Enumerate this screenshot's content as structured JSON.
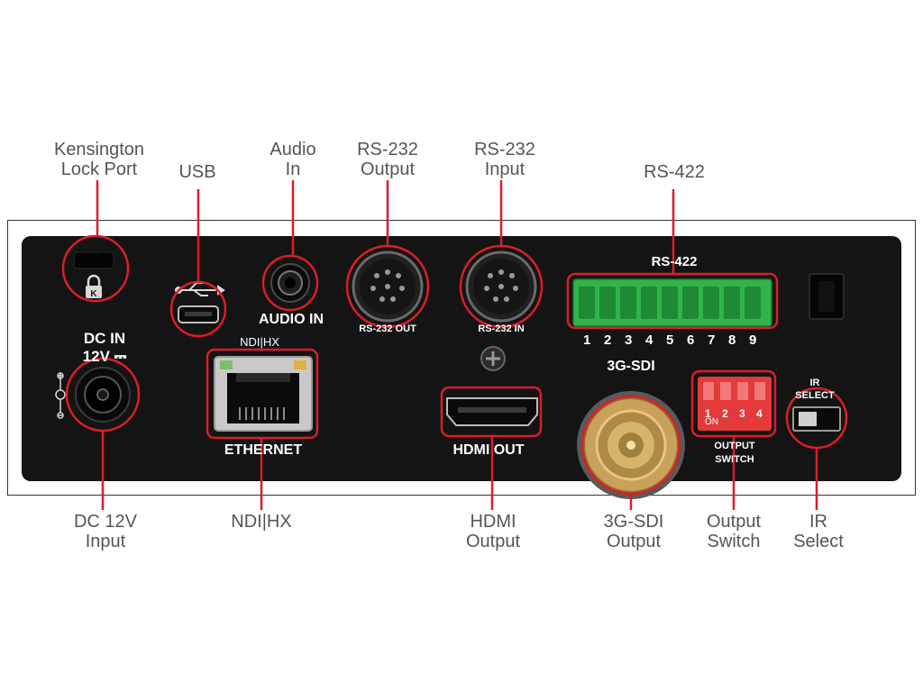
{
  "colors": {
    "highlight": "#d91e2a",
    "panel": "#141414",
    "callout_text": "#555555",
    "terminal_green": "#2fb54a",
    "dip_red": "#e43a3a",
    "bnc_gold": "#c9a15a"
  },
  "callouts": {
    "kensington": [
      "Kensington",
      "Lock Port"
    ],
    "usb": [
      "USB"
    ],
    "audio_in": [
      "Audio",
      "In"
    ],
    "rs232_output": [
      "RS-232",
      "Output"
    ],
    "rs232_input": [
      "RS-232",
      "Input"
    ],
    "rs422": [
      "RS-422"
    ],
    "dc12v_input": [
      "DC 12V",
      "Input"
    ],
    "ndi_hx": [
      "NDI|HX"
    ],
    "hdmi_output": [
      "HDMI",
      "Output"
    ],
    "sdi_output": [
      "3G-SDI",
      "Output"
    ],
    "output_switch": [
      "Output",
      "Switch"
    ],
    "ir_select": [
      "IR",
      "Select"
    ]
  },
  "panel_labels": {
    "dc_in": "DC IN",
    "dc_voltage": "12V ⎓",
    "audio_in": "AUDIO IN",
    "rs232_out": "RS-232 OUT",
    "rs232_in": "RS-232 IN",
    "rs422": "RS-422",
    "ndi_logo": "NDI|HX",
    "ethernet": "ETHERNET",
    "hdmi_out": "HDMI OUT",
    "sdi": "3G-SDI",
    "output_switch": [
      "OUTPUT",
      "SWITCH"
    ],
    "ir_select": [
      "IR",
      "SELECT"
    ],
    "dip_on": "ON",
    "dip_numbers": [
      "1",
      "2",
      "3",
      "4"
    ],
    "terminal_numbers": [
      "1",
      "2",
      "3",
      "4",
      "5",
      "6",
      "7",
      "8",
      "9"
    ]
  },
  "icons": [
    "lock-icon",
    "usb-icon",
    "dc-polarity-icon",
    "screw-icon"
  ]
}
